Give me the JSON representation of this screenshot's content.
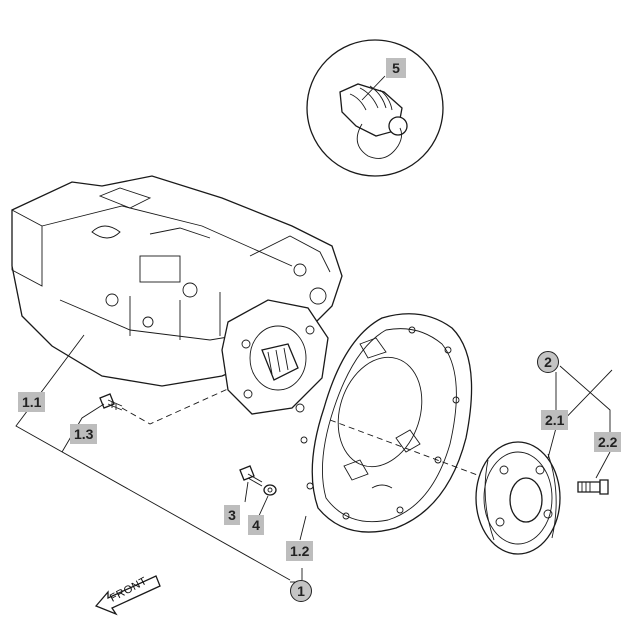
{
  "callouts": {
    "c1_1": "1.1",
    "c1_3": "1.3",
    "c3": "3",
    "c4": "4",
    "c1_2": "1.2",
    "c1": "1",
    "c2": "2",
    "c2_1": "2.1",
    "c2_2": "2.2",
    "c5": "5"
  },
  "front_label": "FRONT",
  "colors": {
    "tag_fill": "#bdbdbd",
    "line": "#1a1a1a"
  }
}
